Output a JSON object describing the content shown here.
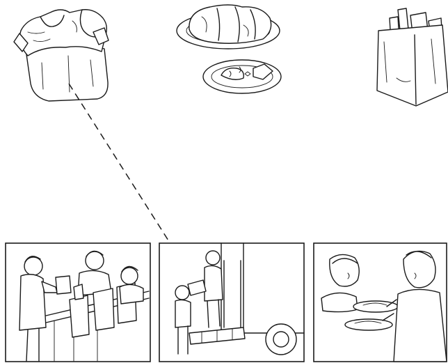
{
  "diagram": {
    "top_items": [
      {
        "id": "clothing-bag",
        "icon": "clothing-bag-icon"
      },
      {
        "id": "food-plates",
        "icon": "food-plates-icon"
      },
      {
        "id": "grocery-bag",
        "icon": "grocery-bag-icon"
      }
    ],
    "scenes": [
      {
        "id": "food-bank-packing",
        "icon": "food-bank-scene-icon"
      },
      {
        "id": "truck-unloading",
        "icon": "truck-unloading-scene-icon"
      },
      {
        "id": "serving-meals",
        "icon": "serving-meals-scene-icon"
      }
    ],
    "connections": [
      {
        "from": "clothing-bag",
        "to": "truck-unloading",
        "style": "dashed"
      }
    ]
  }
}
